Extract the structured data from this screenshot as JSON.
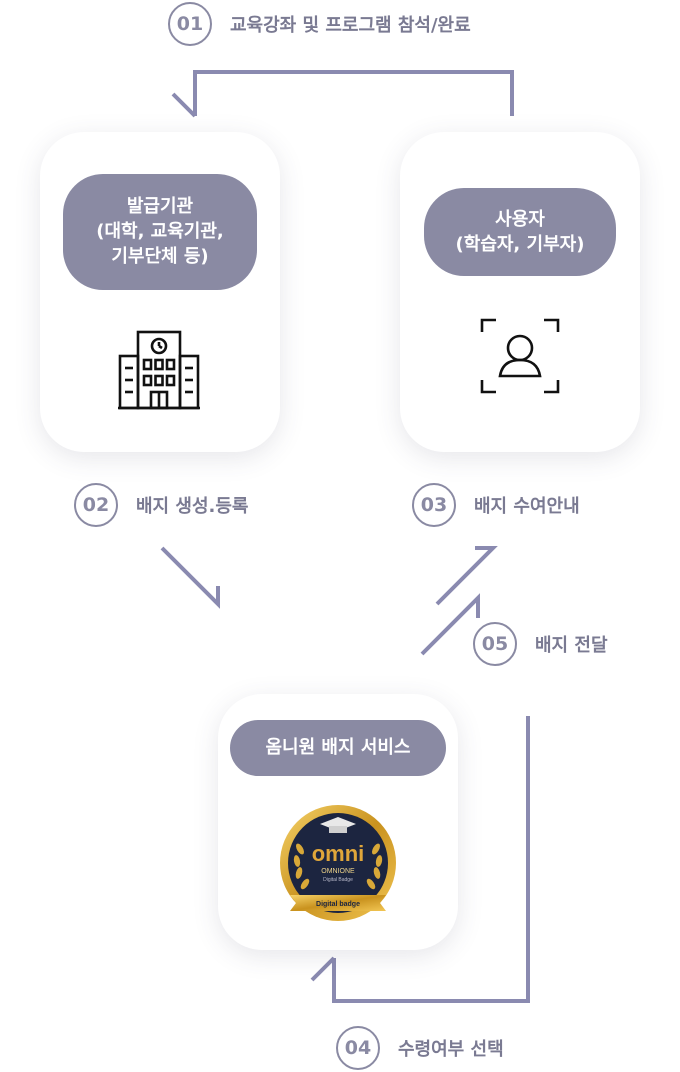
{
  "colors": {
    "accent": "#8a8aa3",
    "line": "#8a8ab0",
    "card_bg": "#ffffff"
  },
  "steps": [
    {
      "num": "01",
      "label": "교육강좌 및 프로그램 참석/완료"
    },
    {
      "num": "02",
      "label": "배지 생성.등록"
    },
    {
      "num": "03",
      "label": "배지 수여안내"
    },
    {
      "num": "04",
      "label": "수령여부 선택"
    },
    {
      "num": "05",
      "label": "배지 전달"
    }
  ],
  "issuer": {
    "lines": [
      "발급기관",
      "(대학, 교육기관,",
      "기부단체 등)"
    ],
    "icon": "building-icon"
  },
  "user": {
    "lines": [
      "사용자",
      "(학습자, 기부자)"
    ],
    "icon": "user-scan-icon"
  },
  "service": {
    "title": "옴니원 배지 서비스",
    "badge": {
      "logo": "omni",
      "brand": "OMNIONE",
      "sub": "Digital Badge",
      "ribbon": "Digital badge"
    }
  }
}
